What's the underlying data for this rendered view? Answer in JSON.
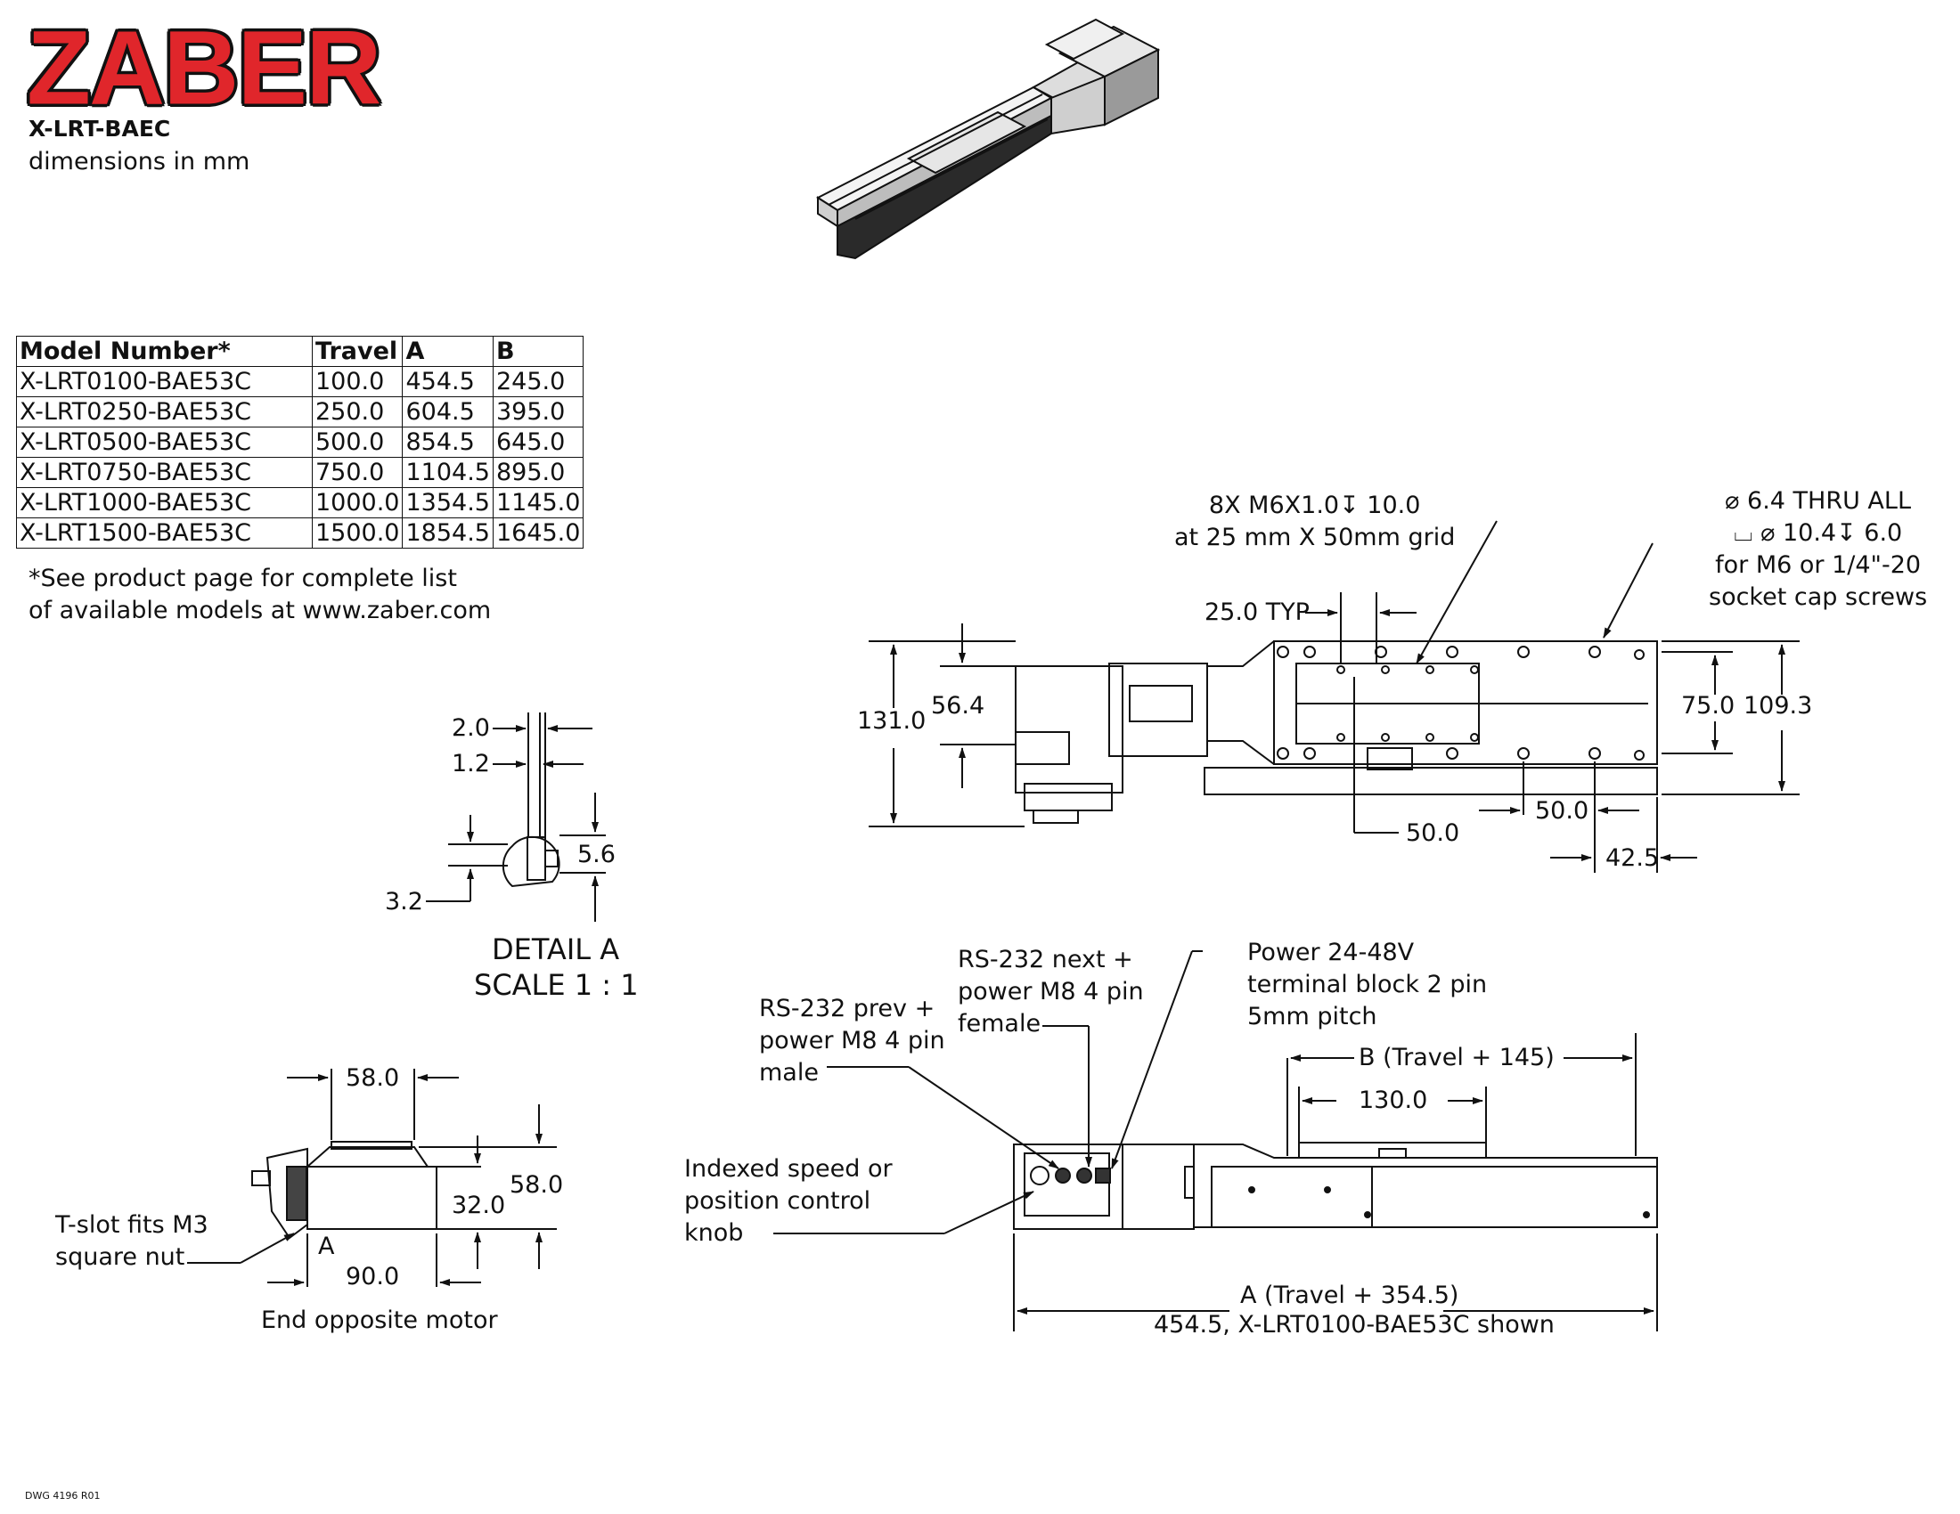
{
  "brand": "ZABER",
  "header": {
    "model": "X-LRT-BAEC",
    "units_note": "dimensions in mm"
  },
  "spec_table": {
    "headers": [
      "Model Number*",
      "Travel",
      "A",
      "B"
    ],
    "rows": [
      [
        "X-LRT0100-BAE53C",
        "100.0",
        "454.5",
        "245.0"
      ],
      [
        "X-LRT0250-BAE53C",
        "250.0",
        "604.5",
        "395.0"
      ],
      [
        "X-LRT0500-BAE53C",
        "500.0",
        "854.5",
        "645.0"
      ],
      [
        "X-LRT0750-BAE53C",
        "750.0",
        "1104.5",
        "895.0"
      ],
      [
        "X-LRT1000-BAE53C",
        "1000.0",
        "1354.5",
        "1145.0"
      ],
      [
        "X-LRT1500-BAE53C",
        "1500.0",
        "1854.5",
        "1645.0"
      ]
    ],
    "footnote_line1": "*See product page for complete list",
    "footnote_line2": "of available models at www.zaber.com"
  },
  "detail_a": {
    "title": "DETAIL A",
    "scale": "SCALE 1 : 1",
    "dim_2_0": "2.0",
    "dim_1_2": "1.2",
    "dim_5_6": "5.6",
    "dim_3_2": "3.2"
  },
  "end_view": {
    "caption": "End opposite motor",
    "dim_58_width": "58.0",
    "dim_58_height": "58.0",
    "dim_32": "32.0",
    "dim_90": "90.0",
    "tslot_line1": "T-slot fits M3",
    "tslot_line2": "square nut",
    "detail_marker": "A"
  },
  "top_view": {
    "holes_line1": "8X M6X1.0↧ 10.0",
    "holes_line2": "at 25 mm X 50mm grid",
    "thru_line1": "⌀ 6.4 THRU ALL",
    "thru_line2": "⌴ ⌀ 10.4↧ 6.0",
    "thru_line3": "for M6 or 1/4\"-20",
    "thru_line4": "socket cap screws",
    "dim_25_typ": "25.0 TYP",
    "dim_131": "131.0",
    "dim_56_4": "56.4",
    "dim_75": "75.0",
    "dim_109_3": "109.3",
    "dim_50_a": "50.0",
    "dim_50_b": "50.0",
    "dim_42_5": "42.5"
  },
  "side_view": {
    "power_line1": "Power 24-48V",
    "power_line2": "terminal block 2 pin",
    "power_line3": "5mm pitch",
    "rs_next_line1": "RS-232 next +",
    "rs_next_line2": "power M8 4 pin",
    "rs_next_line3": "female",
    "rs_prev_line1": "RS-232 prev +",
    "rs_prev_line2": "power M8 4 pin",
    "rs_prev_line3": "male",
    "knob_line1": "Indexed speed or",
    "knob_line2": "position control",
    "knob_line3": "knob",
    "dim_b": "B (Travel + 145)",
    "dim_130": "130.0",
    "dim_a": "A (Travel + 354.5)",
    "dim_a_note": "454.5, X-LRT0100-BAE53C shown"
  },
  "drawing_number": "DWG 4196 R01"
}
